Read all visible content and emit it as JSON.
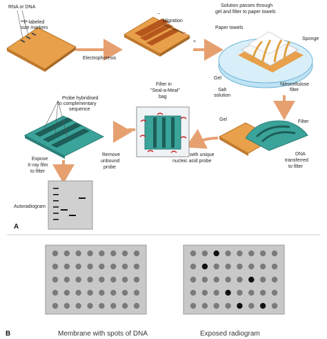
{
  "panel_a": {
    "id": "A",
    "labels": {
      "rna_dna": "RNA or DNA",
      "size_markers_1": "³²P-labeled",
      "size_markers_2": "size markers",
      "electrophoresis": "Electrophoresis",
      "migration": "Migration",
      "minus": "−",
      "plus": "+",
      "solution_1": "Solution passes through",
      "solution_2": "gel and filter to paper towels",
      "paper_towels": "Paper towels",
      "sponge": "Sponge",
      "gel_top": "Gel",
      "salt_1": "Salt",
      "salt_2": "solution",
      "nitro_1": "Nitrocellulose",
      "nitro_2": "filter",
      "gel_right": "Gel",
      "filter": "Filter",
      "dna_1": "DNA",
      "dna_2": "transferred",
      "dna_3": "to filter",
      "seal_1": "Filter in",
      "seal_2": "\"Seal-a-Meal\"",
      "seal_3": "bag",
      "hybridise_1": "Hybridise with unique",
      "hybridise_2": "nucleic acid probe",
      "probe_1": "Probe hybridised",
      "probe_2": "to complementary",
      "probe_3": "sequence",
      "remove_1": "Remove",
      "remove_2": "unbound",
      "remove_3": "probe",
      "expose_1": "Expose",
      "expose_2": "X-ray film",
      "expose_3": "to filter",
      "autoradiogram": "Autoradiogram"
    }
  },
  "panel_b": {
    "id": "B",
    "left_caption": "Membrane with spots of DNA",
    "right_caption": "Exposed radiogram",
    "grid_rows": 5,
    "grid_cols": 8,
    "highlighted_spots": [
      [
        0,
        2
      ],
      [
        1,
        1
      ],
      [
        2,
        5
      ],
      [
        3,
        3
      ],
      [
        4,
        4
      ],
      [
        4,
        6
      ]
    ],
    "colors": {
      "panel_bg": "#c8c8c8",
      "spot": "#7a7a7a",
      "spot_dark": "#111111"
    }
  },
  "colors": {
    "gel_orange": "#e9a04a",
    "band_dark": "#b5561c",
    "filter_teal": "#3aa39a",
    "tray_blue": "#bfe3f4",
    "arrow_orange": "#e6a070",
    "probe_red": "#cc2a2a"
  }
}
